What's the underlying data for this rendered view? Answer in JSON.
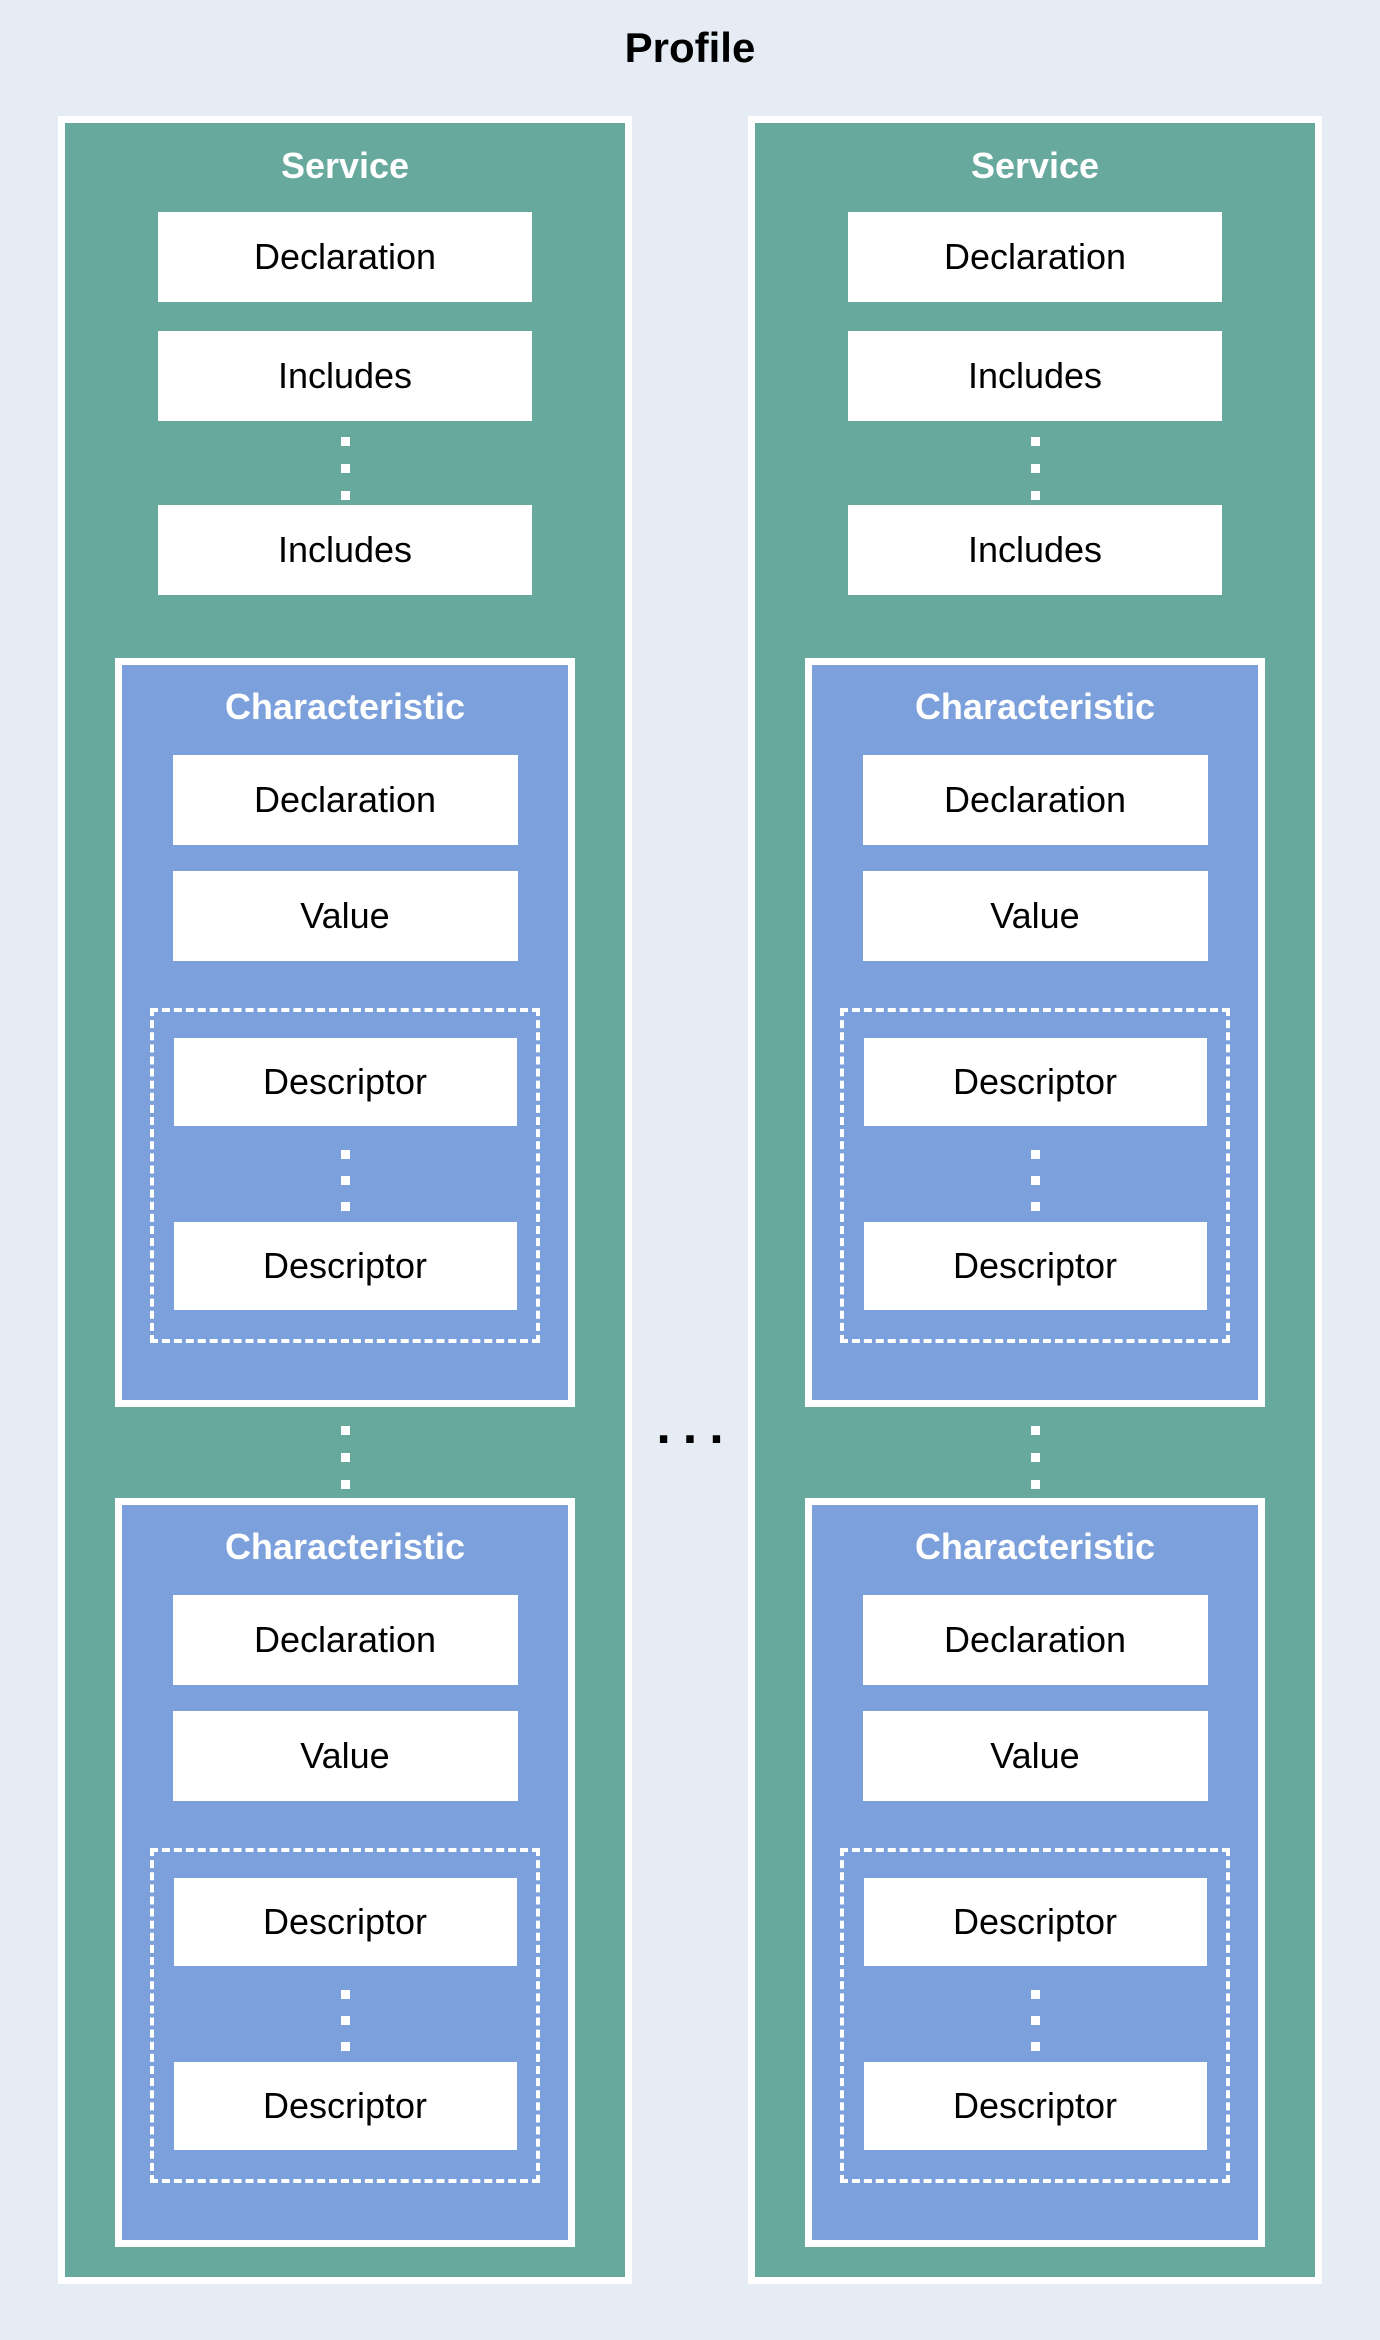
{
  "title": "Profile",
  "separator_ellipsis": "...",
  "colors": {
    "page_background": "#E6ECF4",
    "service_fill": "#67AA9D",
    "characteristic_fill": "#7CA0DB",
    "box_fill": "#FFFFFF",
    "box_text": "#000000",
    "header_text": "#FFFFFF",
    "title_text": "#000000"
  },
  "icons": {
    "vertical_ellipsis": "three white square dots",
    "horizontal_ellipsis": "three black square dots"
  },
  "services": [
    {
      "title": "Service",
      "declaration": "Declaration",
      "includes": [
        "Includes",
        "Includes"
      ],
      "characteristics": [
        {
          "title": "Characteristic",
          "declaration": "Declaration",
          "value": "Value",
          "descriptors": [
            "Descriptor",
            "Descriptor"
          ]
        },
        {
          "title": "Characteristic",
          "declaration": "Declaration",
          "value": "Value",
          "descriptors": [
            "Descriptor",
            "Descriptor"
          ]
        }
      ]
    },
    {
      "title": "Service",
      "declaration": "Declaration",
      "includes": [
        "Includes",
        "Includes"
      ],
      "characteristics": [
        {
          "title": "Characteristic",
          "declaration": "Declaration",
          "value": "Value",
          "descriptors": [
            "Descriptor",
            "Descriptor"
          ]
        },
        {
          "title": "Characteristic",
          "declaration": "Declaration",
          "value": "Value",
          "descriptors": [
            "Descriptor",
            "Descriptor"
          ]
        }
      ]
    }
  ]
}
